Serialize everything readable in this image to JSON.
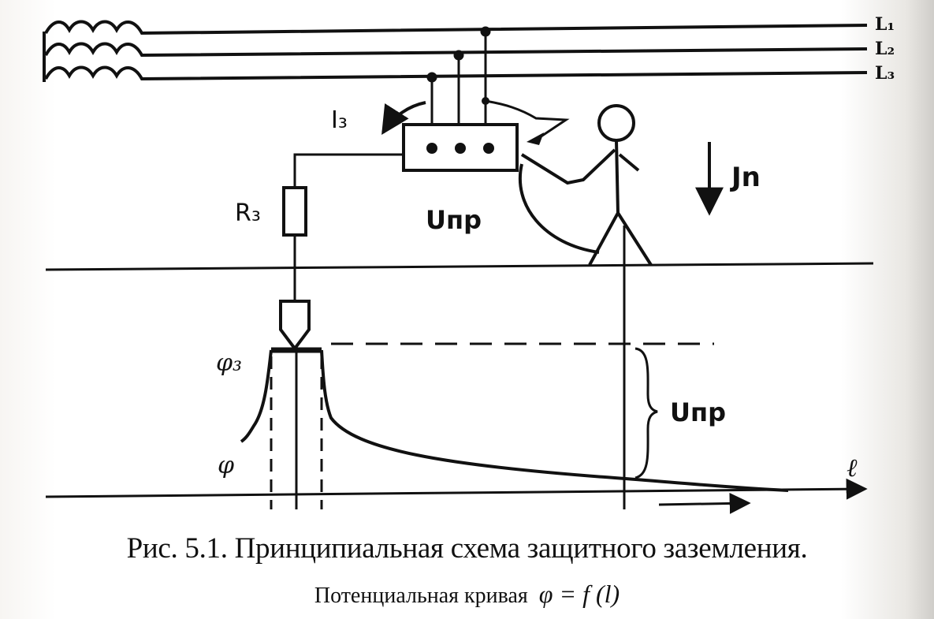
{
  "labels": {
    "phase_1": "L₁",
    "phase_2": "L₂",
    "phase_3": "L₃",
    "fault_current": "I₃",
    "ground_resistance": "R₃",
    "touch_voltage": "Uпр",
    "human_current": "Jn",
    "ground_potential": "φ₃",
    "potential": "φ",
    "distance_axis": "ℓ",
    "touch_voltage_bracket": "Uпр"
  },
  "caption": {
    "title": "Рис. 5.1. Принципиальная схема защитного заземления.",
    "subtitle_text": "Потенциальная кривая",
    "formula": "φ = f (l)"
  }
}
